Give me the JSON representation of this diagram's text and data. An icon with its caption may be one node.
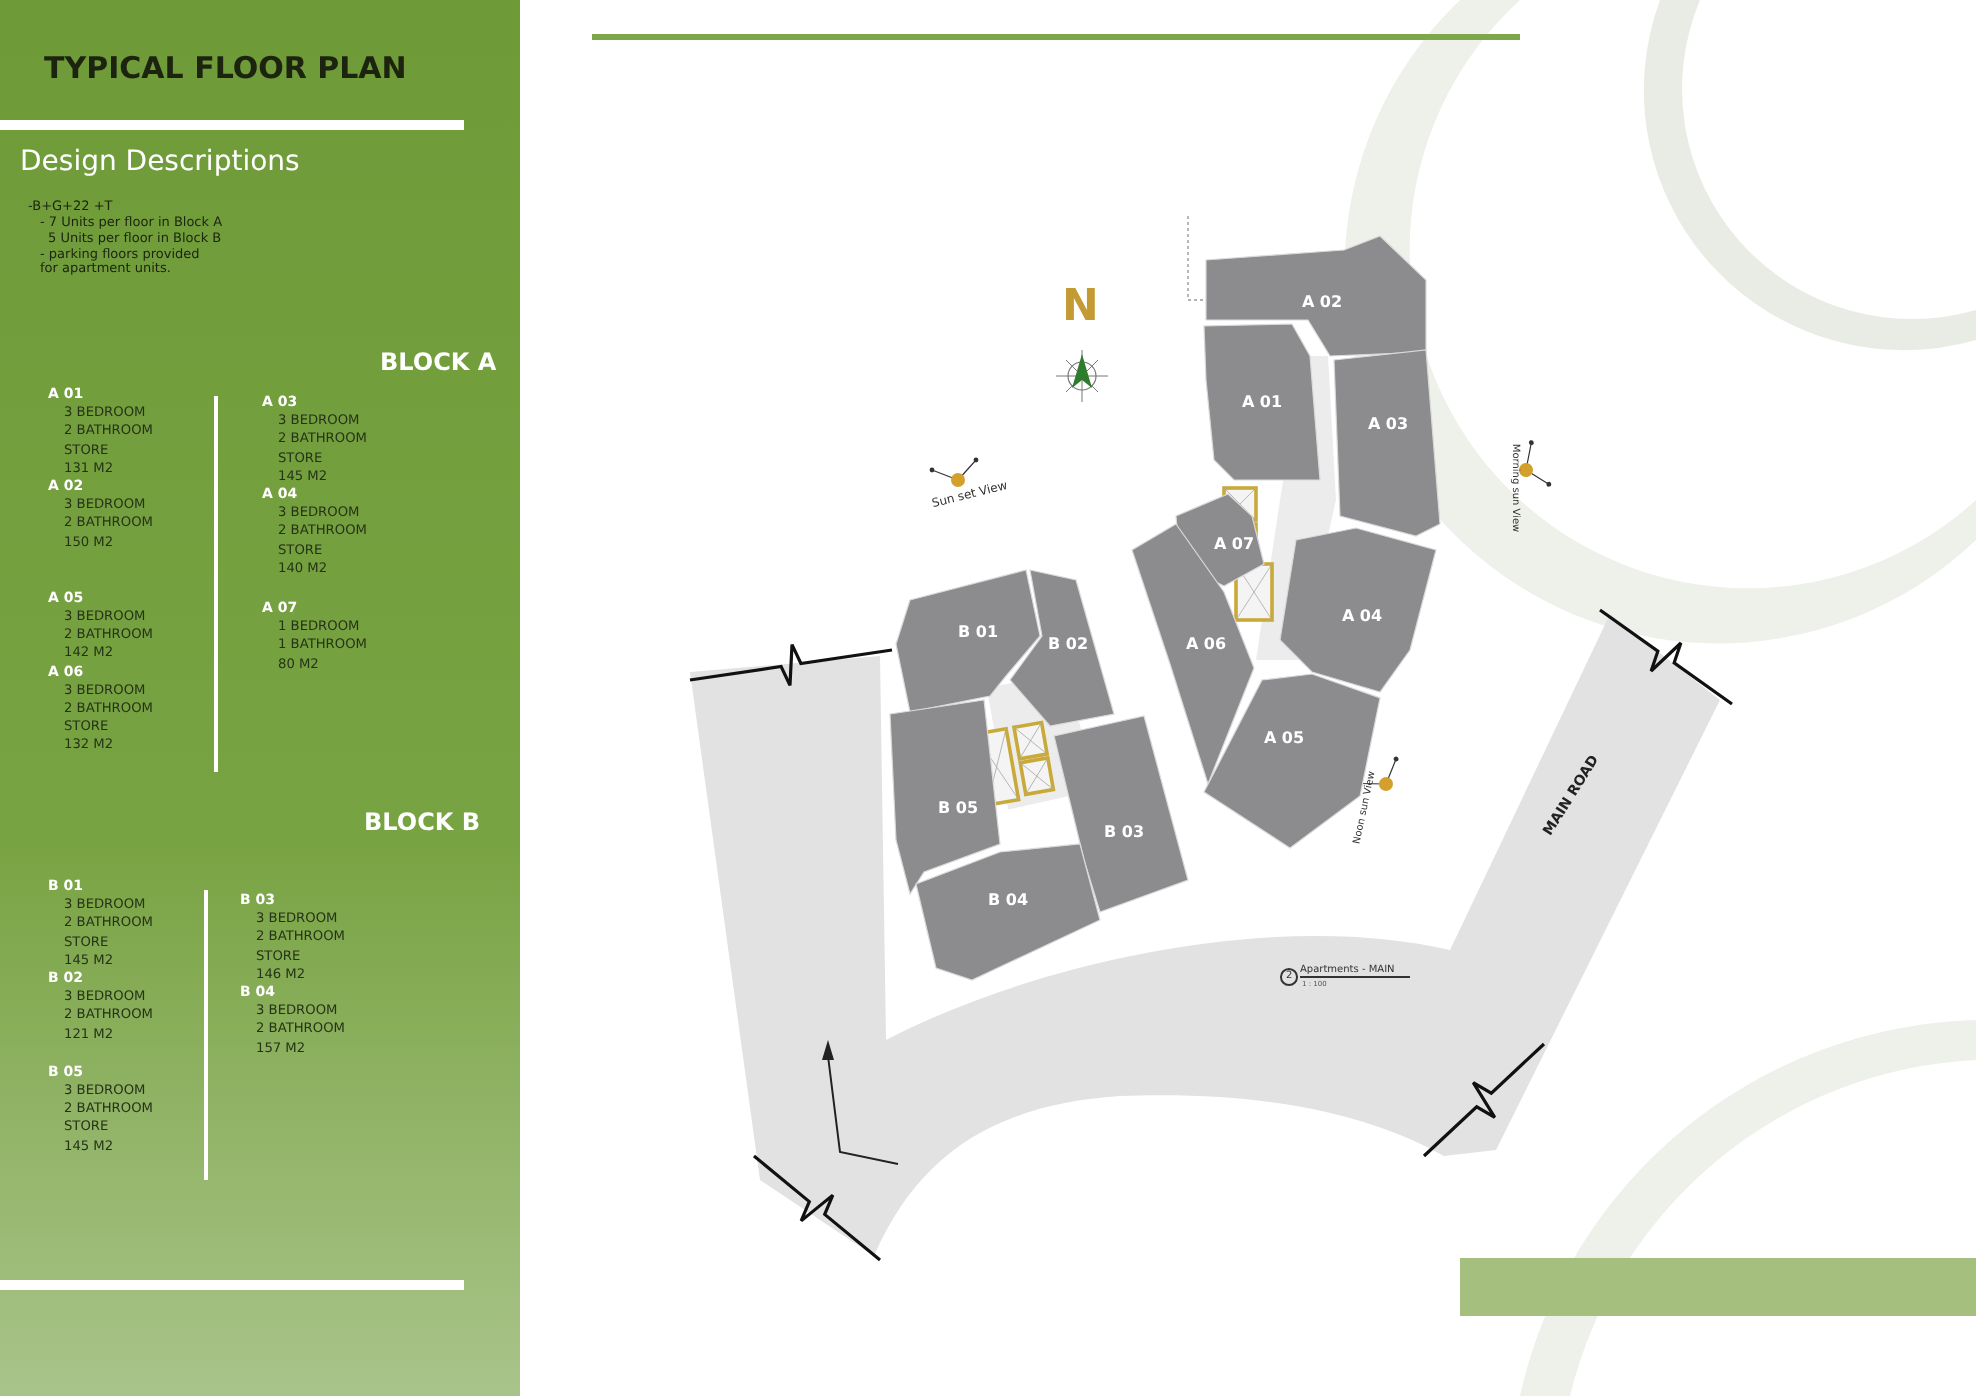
{
  "diagram": {
    "title": "TYPICAL FLOOR PLAN",
    "nodes": [
      {
        "text": [
          "A 02"
        ]
      },
      {
        "text": [
          "A 01"
        ]
      },
      {
        "text": [
          "A 03"
        ]
      },
      {
        "text": [
          "A 07"
        ]
      },
      {
        "text": [
          "A 06"
        ]
      },
      {
        "text": [
          "A 04"
        ]
      },
      {
        "text": [
          "A 05"
        ]
      },
      {
        "text": [
          "B 01"
        ]
      },
      {
        "text": [
          "B 02"
        ]
      },
      {
        "text": [
          "B 05"
        ]
      },
      {
        "text": [
          "B 03"
        ]
      },
      {
        "text": [
          "B 04"
        ]
      }
    ],
    "labels": [
      "Design Descriptions",
      "-B+G+22 +T",
      "- 7 Units per floor in Block A",
      "5 Units per floor in Block B",
      "- parking floors provided for apartment units.",
      "BLOCK A",
      "A 01",
      "3 BEDROOM",
      "2 BATHROOM",
      "STORE",
      "131 M2",
      "A 02",
      "3 BEDROOM",
      "2 BATHROOM",
      "150 M2",
      "A 05",
      "3 BEDROOM",
      "2 BATHROOM",
      "142 M2",
      "A 06",
      "3 BEDROOM",
      "2 BATHROOM",
      "STORE",
      "132 M2",
      "A 03",
      "3 BEDROOM",
      "2 BATHROOM",
      "STORE",
      "145 M2",
      "A 04",
      "3 BEDROOM",
      "2 BATHROOM",
      "STORE",
      "140 M2",
      "A 07",
      "1 BEDROOM",
      "1 BATHROOM",
      "80 M2",
      "BLOCK B",
      "B 01",
      "3 BEDROOM",
      "2 BATHROOM",
      "STORE",
      "145 M2",
      "B 02",
      "3 BEDROOM",
      "2 BATHROOM",
      "121 M2",
      "B 05",
      "3 BEDROOM",
      "2 BATHROOM",
      "STORE",
      "145 M2",
      "B 03",
      "3 BEDROOM",
      "2 BATHROOM",
      "STORE",
      "146 M2",
      "B 04",
      "3 BEDROOM",
      "2 BATHROOM",
      "157 M2",
      "N",
      "Sun set View",
      "Morning sun View",
      "Noon sun View",
      "MAIN ROAD",
      "2",
      "Apartments - MAIN",
      "1 : 100"
    ]
  }
}
